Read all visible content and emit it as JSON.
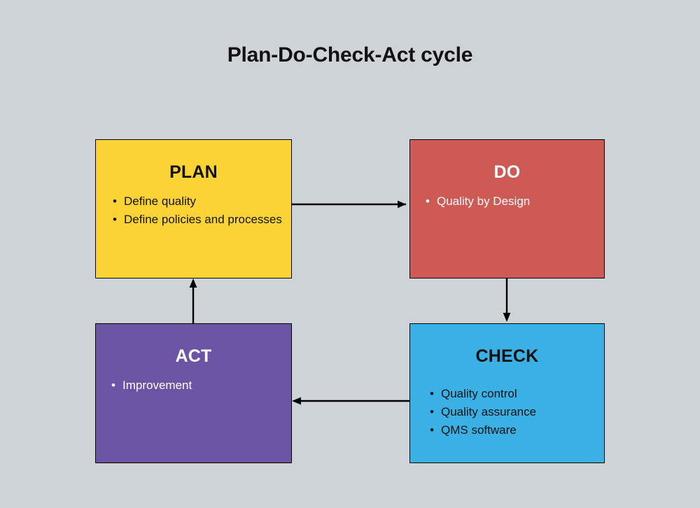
{
  "diagram": {
    "title": "Plan-Do-Check-Act cycle",
    "background_color": "#ced3d8",
    "nodes": [
      {
        "id": "plan",
        "title": "PLAN",
        "fill": "#fcd335",
        "text_color": "#111111",
        "items": [
          "Define quality",
          "Define policies and processes"
        ]
      },
      {
        "id": "do",
        "title": "DO",
        "fill": "#cd5a55",
        "text_color": "#ffffff",
        "items": [
          "Quality by Design"
        ]
      },
      {
        "id": "check",
        "title": "CHECK",
        "fill": "#3bb0e5",
        "text_color": "#111111",
        "items": [
          "Quality control",
          "Quality assurance",
          "QMS software"
        ]
      },
      {
        "id": "act",
        "title": "ACT",
        "fill": "#6c54a5",
        "text_color": "#ffffff",
        "items": [
          "Improvement"
        ]
      }
    ],
    "edges": [
      {
        "id": "plan-to-do",
        "from": "plan",
        "to": "do",
        "direction": "right"
      },
      {
        "id": "do-to-check",
        "from": "do",
        "to": "check",
        "direction": "down"
      },
      {
        "id": "check-to-act",
        "from": "check",
        "to": "act",
        "direction": "left"
      },
      {
        "id": "act-to-plan",
        "from": "act",
        "to": "plan",
        "direction": "up"
      }
    ],
    "bullet_glyph": "•",
    "arrow_color": "#000000"
  }
}
